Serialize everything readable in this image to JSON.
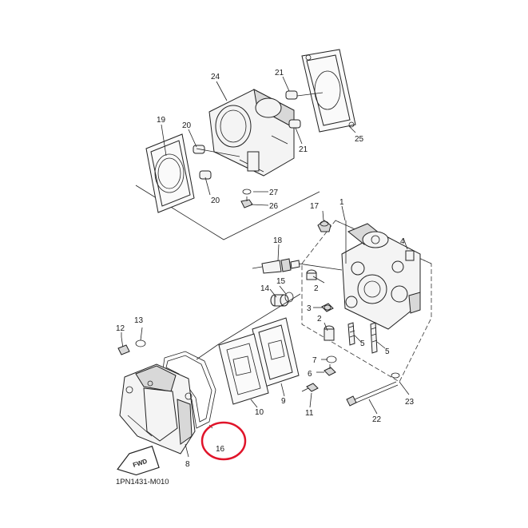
{
  "diagram": {
    "code": "1PN1431-M010",
    "fwd_label": "FWD",
    "highlight_color": "#e0142a",
    "highlighted_part": "16",
    "labels": {
      "p1": "1",
      "p2a": "2",
      "p2b": "2",
      "p3": "3",
      "p4": "4",
      "p5a": "5",
      "p5b": "5",
      "p6": "6",
      "p7": "7",
      "p8": "8",
      "p9": "9",
      "p10": "10",
      "p11": "11",
      "p12": "12",
      "p13": "13",
      "p14": "14",
      "p15": "15",
      "p16": "16",
      "p17": "17",
      "p18": "18",
      "p19": "19",
      "p20a": "20",
      "p20b": "20",
      "p21a": "21",
      "p21b": "21",
      "p22": "22",
      "p23": "23",
      "p24": "24",
      "p25": "25",
      "p26": "26",
      "p27": "27"
    }
  }
}
